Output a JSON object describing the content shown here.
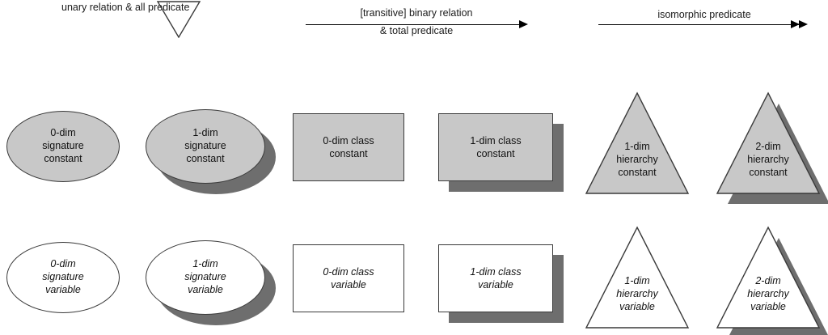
{
  "header": {
    "columns": [
      {
        "id": "unary",
        "label": "unary relation\n& all predicate",
        "marker": "down-triangle-outline"
      },
      {
        "id": "binary",
        "label_top": "[transitive] binary relation",
        "label_bottom": "& total predicate",
        "marker": "single-arrow"
      },
      {
        "id": "isomorphic",
        "label": "isomorphic predicate",
        "marker": "double-arrow"
      }
    ]
  },
  "legend": {
    "fill_constant": "#c8c8c8",
    "fill_variable": "#ffffff",
    "shadow": "#6e6e6e",
    "stroke": "#3a3a3a"
  },
  "rows": [
    {
      "id": "constant-row",
      "style": "constant",
      "cells": [
        {
          "id": "zero-dim-signature-constant",
          "shape": "ellipse",
          "shadow": false,
          "label": "0-dim\nsignature\nconstant"
        },
        {
          "id": "one-dim-signature-constant",
          "shape": "ellipse",
          "shadow": true,
          "label": "1-dim\nsignature\nconstant"
        },
        {
          "id": "zero-dim-class-constant",
          "shape": "rectangle",
          "shadow": false,
          "label": "0-dim class\nconstant"
        },
        {
          "id": "one-dim-class-constant",
          "shape": "rectangle",
          "shadow": true,
          "label": "1-dim class\nconstant"
        },
        {
          "id": "one-dim-hierarchy-constant",
          "shape": "triangle",
          "shadow": false,
          "label": "1-dim\nhierarchy\nconstant"
        },
        {
          "id": "two-dim-hierarchy-constant",
          "shape": "triangle",
          "shadow": true,
          "label": "2-dim\nhierarchy\nconstant"
        }
      ]
    },
    {
      "id": "variable-row",
      "style": "variable",
      "cells": [
        {
          "id": "zero-dim-signature-variable",
          "shape": "ellipse",
          "shadow": false,
          "label": "0-dim\nsignature\nvariable"
        },
        {
          "id": "one-dim-signature-variable",
          "shape": "ellipse",
          "shadow": true,
          "label": "1-dim\nsignature\nvariable"
        },
        {
          "id": "zero-dim-class-variable",
          "shape": "rectangle",
          "shadow": false,
          "label": "0-dim class\nvariable"
        },
        {
          "id": "one-dim-class-variable",
          "shape": "rectangle",
          "shadow": true,
          "label": "1-dim class\nvariable"
        },
        {
          "id": "one-dim-hierarchy-variable",
          "shape": "triangle",
          "shadow": false,
          "label": "1-dim\nhierarchy\nvariable"
        },
        {
          "id": "two-dim-hierarchy-variable",
          "shape": "triangle",
          "shadow": true,
          "label": "2-dim\nhierarchy\nvariable"
        }
      ]
    }
  ]
}
